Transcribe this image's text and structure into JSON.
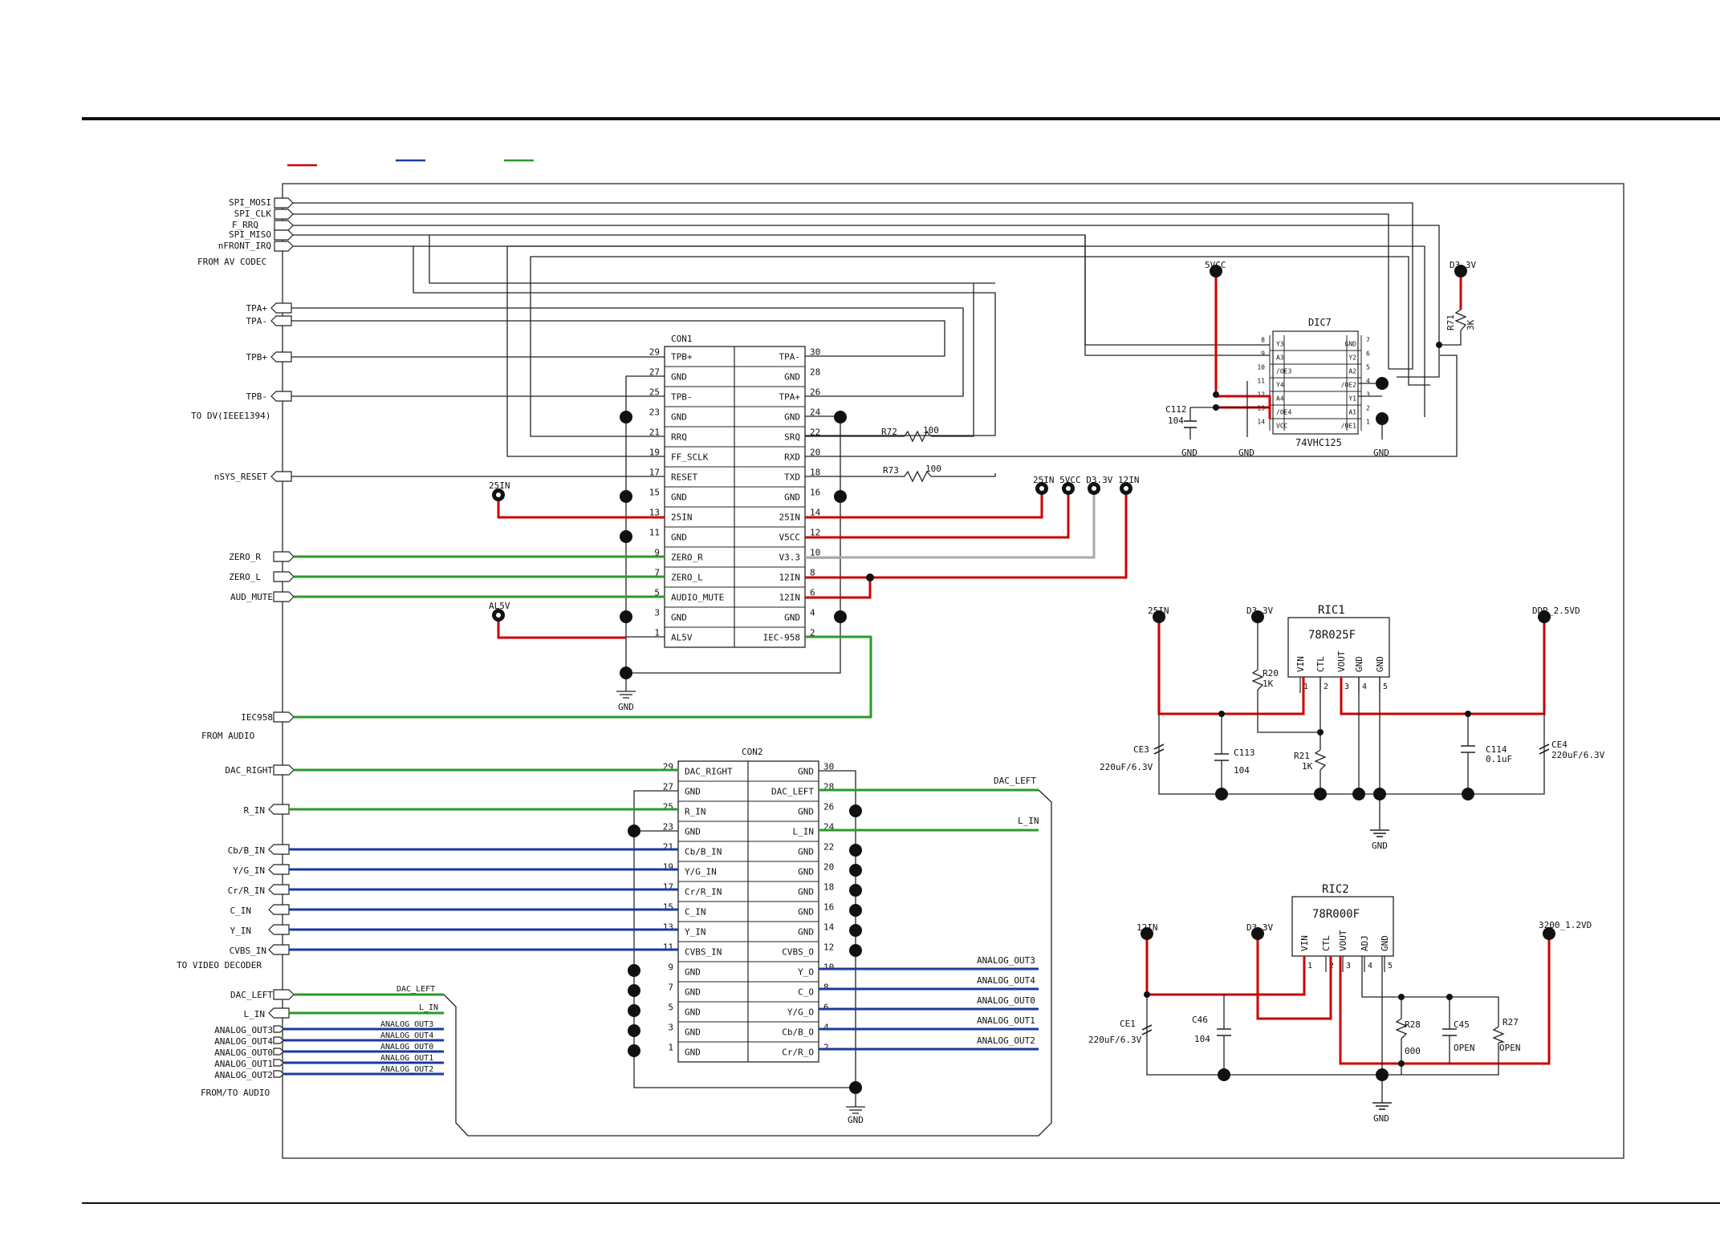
{
  "legend": [
    {
      "color": "#cc0000"
    },
    {
      "color": "#1a3aa0"
    },
    {
      "color": "#2a9a2a"
    }
  ],
  "colors": {
    "power": "#cc0000",
    "video": "#1a3aa0",
    "audio": "#2a9a2a",
    "wire": "#222222"
  },
  "left_ports": {
    "spi_mosi": "SPI_MOSI",
    "spi_clk": "SPI_CLK",
    "f_rrq": "F_RRQ",
    "spi_miso": "SPI_MISO",
    "nfront_irq": "nFRONT_IRQ",
    "from_av_codec": "FROM AV CODEC",
    "tpa_p": "TPA+",
    "tpa_n": "TPA-",
    "tpb_p": "TPB+",
    "tpb_n": "TPB-",
    "to_dv": "TO DV(IEEE1394)",
    "nsys_reset": "nSYS_RESET",
    "zero_r": "ZERO_R",
    "zero_l": "ZERO_L",
    "aud_mute": "AUD_MUTE",
    "iec958": "IEC958",
    "from_audio": "FROM AUDIO",
    "dac_right": "DAC_RIGHT",
    "r_in": "R_IN",
    "cb_b_in": "Cb/B_IN",
    "y_g_in": "Y/G_IN",
    "cr_r_in": "Cr/R_IN",
    "c_in": "C_IN",
    "y_in": "Y_IN",
    "cvbs_in": "CVBS_IN",
    "to_video_decoder": "TO VIDEO DECODER",
    "dac_left": "DAC_LEFT",
    "l_in": "L_IN",
    "analog_out3": "ANALOG_OUT3",
    "analog_out4": "ANALOG_OUT4",
    "analog_out0": "ANALOG_OUT0",
    "analog_out1": "ANALOG_OUT1",
    "analog_out2": "ANALOG_OUT2",
    "from_to_audio": "FROM/TO AUDIO"
  },
  "con1": {
    "title": "CON1",
    "rows": [
      {
        "lp": "29",
        "ll": "TPB+",
        "rl": "TPA-",
        "rp": "30"
      },
      {
        "lp": "27",
        "ll": "GND",
        "rl": "GND",
        "rp": "28"
      },
      {
        "lp": "25",
        "ll": "TPB-",
        "rl": "TPA+",
        "rp": "26"
      },
      {
        "lp": "23",
        "ll": "GND",
        "rl": "GND",
        "rp": "24"
      },
      {
        "lp": "21",
        "ll": "RRQ",
        "rl": "SRQ",
        "rp": "22"
      },
      {
        "lp": "19",
        "ll": "FF_SCLK",
        "rl": "RXD",
        "rp": "20"
      },
      {
        "lp": "17",
        "ll": "RESET",
        "rl": "TXD",
        "rp": "18"
      },
      {
        "lp": "15",
        "ll": "GND",
        "rl": "GND",
        "rp": "16"
      },
      {
        "lp": "13",
        "ll": "25IN",
        "rl": "25IN",
        "rp": "14"
      },
      {
        "lp": "11",
        "ll": "GND",
        "rl": "V5CC",
        "rp": "12"
      },
      {
        "lp": "9",
        "ll": "ZERO_R",
        "rl": "V3.3",
        "rp": "10"
      },
      {
        "lp": "7",
        "ll": "ZERO_L",
        "rl": "12IN",
        "rp": "8"
      },
      {
        "lp": "5",
        "ll": "AUDIO_MUTE",
        "rl": "12IN",
        "rp": "6"
      },
      {
        "lp": "3",
        "ll": "GND",
        "rl": "GND",
        "rp": "4"
      },
      {
        "lp": "1",
        "ll": "AL5V",
        "rl": "IEC-958",
        "rp": "2"
      }
    ]
  },
  "con2": {
    "title": "CON2",
    "rows": [
      {
        "lp": "29",
        "ll": "DAC_RIGHT",
        "rl": "GND",
        "rp": "30"
      },
      {
        "lp": "27",
        "ll": "GND",
        "rl": "DAC_LEFT",
        "rp": "28"
      },
      {
        "lp": "25",
        "ll": "R_IN",
        "rl": "GND",
        "rp": "26"
      },
      {
        "lp": "23",
        "ll": "GND",
        "rl": "L_IN",
        "rp": "24"
      },
      {
        "lp": "21",
        "ll": "Cb/B_IN",
        "rl": "GND",
        "rp": "22"
      },
      {
        "lp": "19",
        "ll": "Y/G_IN",
        "rl": "GND",
        "rp": "20"
      },
      {
        "lp": "17",
        "ll": "Cr/R_IN",
        "rl": "GND",
        "rp": "18"
      },
      {
        "lp": "15",
        "ll": "C_IN",
        "rl": "GND",
        "rp": "16"
      },
      {
        "lp": "13",
        "ll": "Y_IN",
        "rl": "GND",
        "rp": "14"
      },
      {
        "lp": "11",
        "ll": "CVBS_IN",
        "rl": "CVBS_O",
        "rp": "12"
      },
      {
        "lp": "9",
        "ll": "GND",
        "rl": "Y_O",
        "rp": "10"
      },
      {
        "lp": "7",
        "ll": "GND",
        "rl": "C_O",
        "rp": "8"
      },
      {
        "lp": "5",
        "ll": "GND",
        "rl": "Y/G_O",
        "rp": "6"
      },
      {
        "lp": "3",
        "ll": "GND",
        "rl": "Cb/B_O",
        "rp": "4"
      },
      {
        "lp": "1",
        "ll": "GND",
        "rl": "Cr/R_O",
        "rp": "2"
      }
    ]
  },
  "con2_right_nets": {
    "dac_left": "DAC_LEFT",
    "l_in": "L_IN",
    "out3": "ANALOG_OUT3",
    "out4": "ANALOG_OUT4",
    "out0": "ANALOG_OUT0",
    "out1": "ANALOG_OUT1",
    "out2": "ANALOG_OUT2"
  },
  "audio_bus": {
    "dac_left": "DAC_LEFT",
    "l_in": "L_IN",
    "out3": "ANALOG_OUT3",
    "out4": "ANALOG_OUT4",
    "out0": "ANALOG_OUT0",
    "out1": "ANALOG_OUT1",
    "out2": "ANALOG_OUT2"
  },
  "dic7": {
    "title": "DIC7",
    "part": "74VHC125",
    "rows": [
      {
        "lp": "8",
        "ll": "Y3",
        "rl": "GND",
        "rp": "7"
      },
      {
        "lp": "9",
        "ll": "A3",
        "rl": "Y2",
        "rp": "6"
      },
      {
        "lp": "10",
        "ll": "/OE3",
        "rl": "A2",
        "rp": "5"
      },
      {
        "lp": "11",
        "ll": "Y4",
        "rl": "/OE2",
        "rp": "4"
      },
      {
        "lp": "12",
        "ll": "A4",
        "rl": "Y1",
        "rp": "3"
      },
      {
        "lp": "13",
        "ll": "/OE4",
        "rl": "A1",
        "rp": "2"
      },
      {
        "lp": "14",
        "ll": "VCC",
        "rl": "/OE1",
        "rp": "1"
      }
    ]
  },
  "dic7_area": {
    "net_5vcc": "5VCC",
    "net_d33v": "D3.3V",
    "r71": "R71",
    "r71_val": "3K",
    "c112": "C112",
    "c112_val": "104",
    "gnd": "GND"
  },
  "con1_area": {
    "r72": "R72",
    "r72_val": "100",
    "r73": "R73",
    "r73_val": "100",
    "net_25in": "25IN",
    "net_al5v": "AL5V",
    "gnd": "GND",
    "top_nets": "25IN 5VCC D3.3V 12IN"
  },
  "ric1": {
    "title": "RIC1",
    "part": "78R025F",
    "pins": [
      {
        "name": "VIN",
        "num": "1"
      },
      {
        "name": "CTL",
        "num": "2"
      },
      {
        "name": "VOUT",
        "num": "3"
      },
      {
        "name": "GND",
        "num": "4"
      },
      {
        "name": "GND",
        "num": "5"
      }
    ],
    "net_in": "25IN",
    "net_ctl": "D3.3V",
    "net_out": "DDR_2.5VD",
    "ce3": "CE3",
    "ce3_val": "220uF/6.3V",
    "c113": "C113",
    "c113_val": "104",
    "r20": "R20",
    "r20_val": "1K",
    "r21": "R21",
    "r21_val": "1K",
    "c114": "C114",
    "c114_val": "0.1uF",
    "ce4": "CE4",
    "ce4_val": "220uF/6.3V",
    "gnd": "GND"
  },
  "ric2": {
    "title": "RIC2",
    "part": "78R000F",
    "pins": [
      {
        "name": "VIN",
        "num": "1"
      },
      {
        "name": "CTL",
        "num": "2"
      },
      {
        "name": "VOUT",
        "num": "3"
      },
      {
        "name": "ADJ",
        "num": "4"
      },
      {
        "name": "GND",
        "num": "5"
      }
    ],
    "net_in": "12IN",
    "net_ctl": "D3.3V",
    "net_out": "3200_1.2VD",
    "ce1": "CE1",
    "ce1_val": "220uF/6.3V",
    "c46": "C46",
    "c46_val": "104",
    "r28": "R28",
    "r28_val": "000",
    "c45": "C45",
    "c45_val": "OPEN",
    "r27": "R27",
    "r27_val": "OPEN",
    "gnd": "GND"
  }
}
